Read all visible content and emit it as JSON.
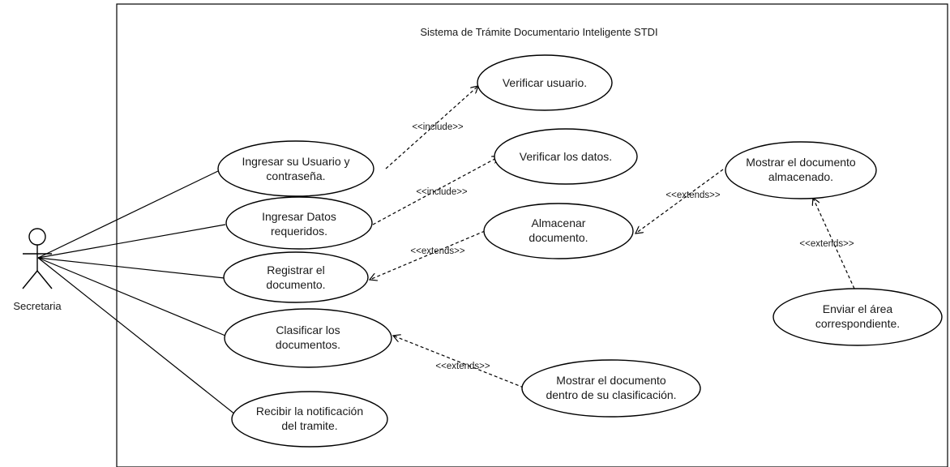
{
  "system_title": "Sistema de Trámite Documentario Inteligente STDI",
  "actor": {
    "name": "Secretaria"
  },
  "use_cases": {
    "verificar_usuario": [
      "Verificar usuario."
    ],
    "ingresar_usuario": [
      "Ingresar su Usuario y",
      "contraseña."
    ],
    "verificar_datos": [
      "Verificar los datos."
    ],
    "mostrar_almacenado": [
      "Mostrar el documento",
      "almacenado."
    ],
    "ingresar_datos": [
      "Ingresar Datos",
      "requeridos."
    ],
    "almacenar": [
      "Almacenar",
      "documento."
    ],
    "registrar": [
      "Registrar el",
      "documento."
    ],
    "clasificar": [
      "Clasificar los",
      "documentos."
    ],
    "enviar_area": [
      "Enviar el área",
      "correspondiente."
    ],
    "mostrar_clasificacion": [
      "Mostrar el documento",
      "dentro de su clasificación."
    ],
    "recibir_notificacion": [
      "Recibir la notificación",
      "del tramite."
    ]
  },
  "relations": {
    "include_1": "<<include>>",
    "include_2": "<<include>>",
    "extends_registrar": "<<extends>>",
    "extends_almacenado": "<<extends>>",
    "extends_enviar": "<<extends>>",
    "extends_clasificar": "<<extends>>"
  }
}
